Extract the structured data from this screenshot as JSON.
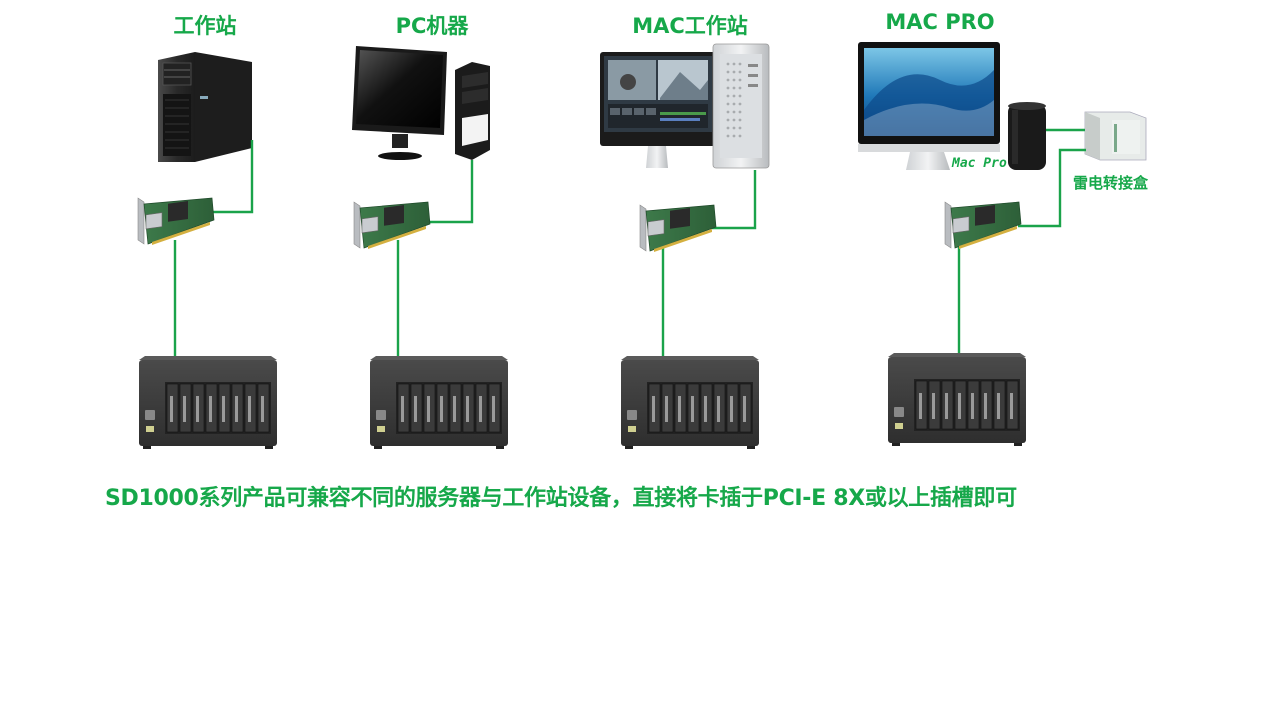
{
  "columns": [
    {
      "title": "工作站"
    },
    {
      "title": "PC机器"
    },
    {
      "title": "MAC工作站"
    },
    {
      "title": "MAC PRO"
    }
  ],
  "thunderbolt_box_label": "雷电转接盒",
  "mac_pro_tag": "Mac Pro",
  "caption": "SD1000系列产品可兼容不同的服务器与工作站设备，直接将卡插于PCI-E 8X或以上插槽即可",
  "colors": {
    "accent": "#16a84a",
    "connector": "#1aa34a",
    "chassis": "#3a3a3a"
  }
}
